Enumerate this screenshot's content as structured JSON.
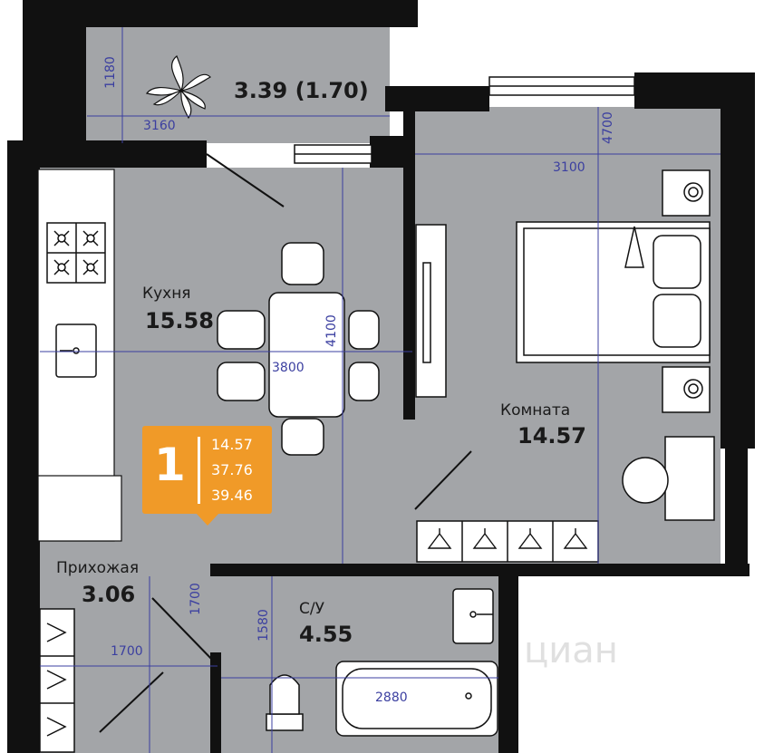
{
  "balcony": {
    "area": "3.39 (1.70)",
    "dim_width": "3160",
    "dim_depth": "1180"
  },
  "kitchen": {
    "name": "Кухня",
    "area": "15.58",
    "dim_width": "3800",
    "dim_length": "4100"
  },
  "room": {
    "name": "Комната",
    "area": "14.57",
    "dim_width": "3100",
    "dim_length": "4700"
  },
  "hall": {
    "name": "Прихожая",
    "area": "3.06",
    "dim_width": "1700",
    "dim_length": "1700"
  },
  "bathroom": {
    "name": "С/У",
    "area": "4.55",
    "dim_width": "2880",
    "dim_length": "1580"
  },
  "badge": {
    "rooms": "1",
    "living_area": "14.57",
    "area_2": "37.76",
    "area_3": "39.46"
  },
  "watermark": {
    "brand": "циан"
  },
  "colors": {
    "floor": "#a3a5a8",
    "wall": "#111111",
    "furniture": "#ffffff",
    "accent": "#f09a28",
    "dimension": "#3b3fa0"
  }
}
